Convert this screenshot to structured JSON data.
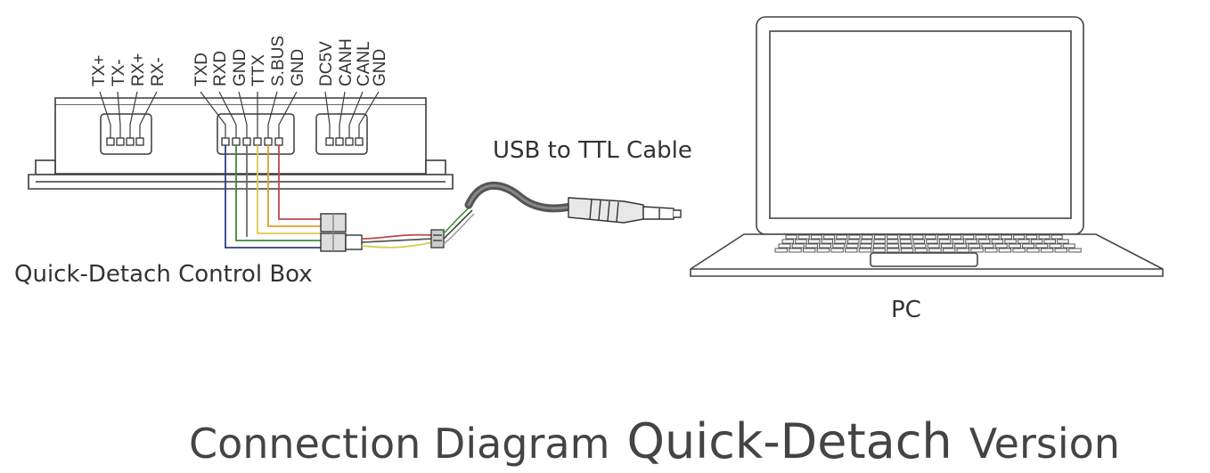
{
  "labels": {
    "control_box": "Quick-Detach Control Box",
    "cable": "USB to TTL Cable",
    "pc": "PC"
  },
  "pins": {
    "rs422": [
      "TX+",
      "TX-",
      "RX+",
      "RX-"
    ],
    "ttl": [
      "TXD",
      "RXD",
      "GND",
      "TTX",
      "S.BUS",
      "GND"
    ],
    "can": [
      "DC5V",
      "CANH",
      "CANL",
      "GND"
    ]
  },
  "title": {
    "part1": "Connection Diagram",
    "part2": "Quick-Detach",
    "part3": "Version"
  },
  "colors": {
    "wire_red": "#b84a4a",
    "wire_orange": "#e0a030",
    "wire_yellow": "#d9c94a",
    "wire_green": "#3e8a3e",
    "wire_blue": "#2b3e86",
    "wire_gray": "#6a6a6a"
  }
}
